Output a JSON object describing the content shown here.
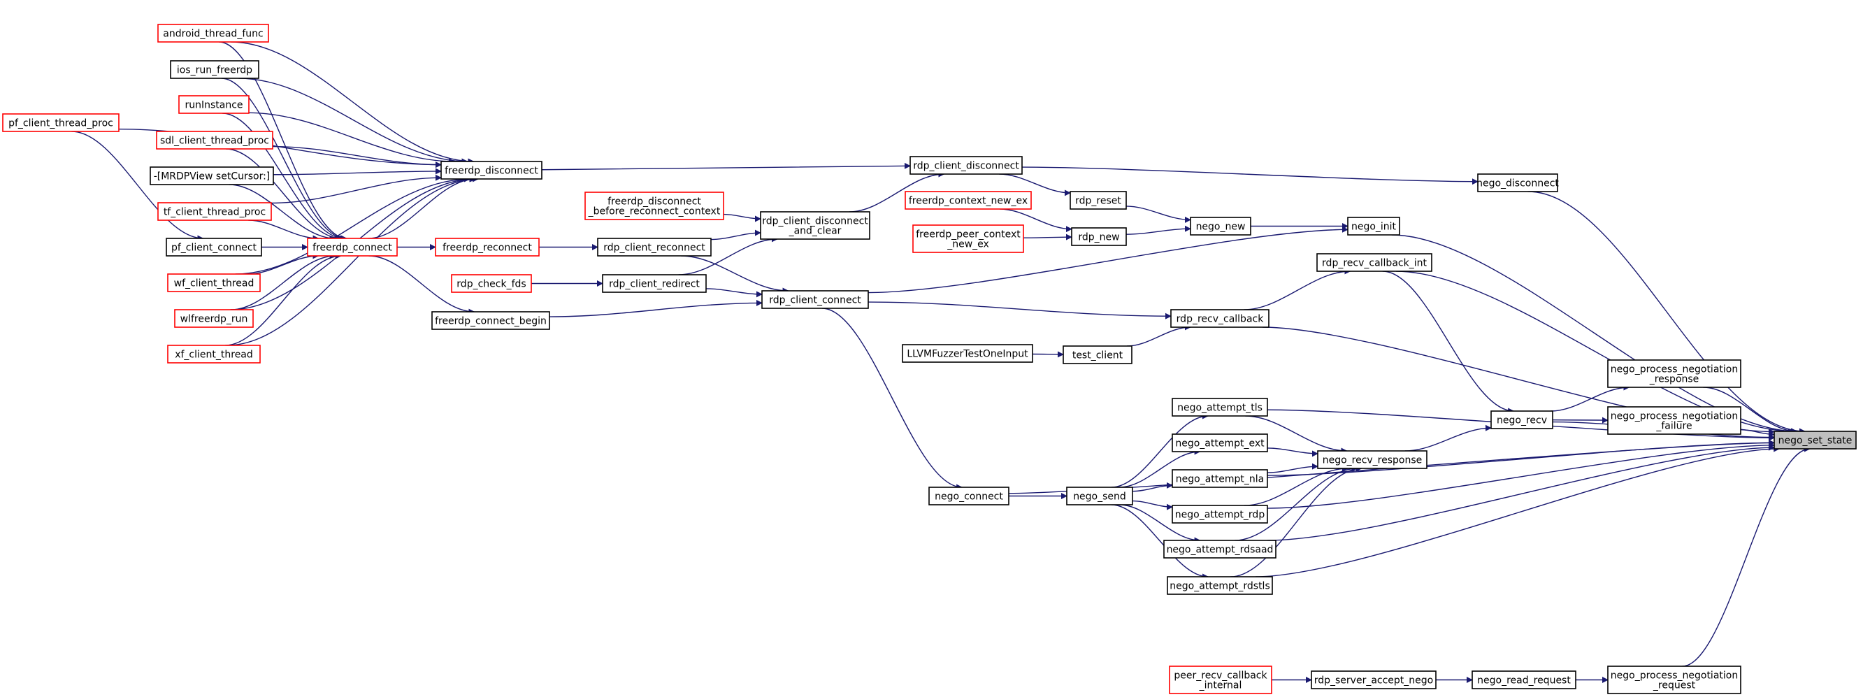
{
  "colors": {
    "edge": "#191970",
    "node_border_normal": "#000000",
    "node_border_red": "#ff0000",
    "target_fill": "#bfbfbf",
    "node_fill": "#ffffff"
  },
  "nodes": [
    {
      "id": "nego_set_state",
      "label": [
        "nego_set_state"
      ],
      "style": "target"
    },
    {
      "id": "android_thread_func",
      "label": [
        "android_thread_func"
      ],
      "style": "red"
    },
    {
      "id": "ios_run_freerdp",
      "label": [
        "ios_run_freerdp"
      ],
      "style": "normal"
    },
    {
      "id": "runInstance",
      "label": [
        "runInstance"
      ],
      "style": "red"
    },
    {
      "id": "sdl_client_thread_proc",
      "label": [
        "sdl_client_thread_proc"
      ],
      "style": "red"
    },
    {
      "id": "mrdpview",
      "label": [
        "-[MRDPView setCursor:]"
      ],
      "style": "normal"
    },
    {
      "id": "tf_client_thread_proc",
      "label": [
        "tf_client_thread_proc"
      ],
      "style": "red"
    },
    {
      "id": "pf_client_connect",
      "label": [
        "pf_client_connect"
      ],
      "style": "normal"
    },
    {
      "id": "wf_client_thread",
      "label": [
        "wf_client_thread"
      ],
      "style": "red"
    },
    {
      "id": "wlfreerdp_run",
      "label": [
        "wlfreerdp_run"
      ],
      "style": "red"
    },
    {
      "id": "xf_client_thread",
      "label": [
        "xf_client_thread"
      ],
      "style": "red"
    },
    {
      "id": "pf_client_thread_proc",
      "label": [
        "pf_client_thread_proc"
      ],
      "style": "red"
    },
    {
      "id": "freerdp_disconnect",
      "label": [
        "freerdp_disconnect"
      ],
      "style": "normal"
    },
    {
      "id": "freerdp_connect",
      "label": [
        "freerdp_connect"
      ],
      "style": "red"
    },
    {
      "id": "freerdp_reconnect",
      "label": [
        "freerdp_reconnect"
      ],
      "style": "red"
    },
    {
      "id": "freerdp_connect_begin",
      "label": [
        "freerdp_connect_begin"
      ],
      "style": "normal"
    },
    {
      "id": "rdp_check_fds",
      "label": [
        "rdp_check_fds"
      ],
      "style": "red"
    },
    {
      "id": "freerdp_disconnect_before",
      "label": [
        "freerdp_disconnect",
        "_before_reconnect_context"
      ],
      "style": "red"
    },
    {
      "id": "rdp_client_reconnect",
      "label": [
        "rdp_client_reconnect"
      ],
      "style": "normal"
    },
    {
      "id": "rdp_client_redirect",
      "label": [
        "rdp_client_redirect"
      ],
      "style": "normal"
    },
    {
      "id": "rdp_client_disconnect_and_clear",
      "label": [
        "rdp_client_disconnect",
        "_and_clear"
      ],
      "style": "normal"
    },
    {
      "id": "rdp_client_connect",
      "label": [
        "rdp_client_connect"
      ],
      "style": "normal"
    },
    {
      "id": "rdp_client_disconnect",
      "label": [
        "rdp_client_disconnect"
      ],
      "style": "normal"
    },
    {
      "id": "freerdp_context_new_ex",
      "label": [
        "freerdp_context_new_ex"
      ],
      "style": "red"
    },
    {
      "id": "freerdp_peer_context_new_ex",
      "label": [
        "freerdp_peer_context",
        "_new_ex"
      ],
      "style": "red"
    },
    {
      "id": "rdp_reset",
      "label": [
        "rdp_reset"
      ],
      "style": "normal"
    },
    {
      "id": "rdp_new",
      "label": [
        "rdp_new"
      ],
      "style": "normal"
    },
    {
      "id": "nego_new",
      "label": [
        "nego_new"
      ],
      "style": "normal"
    },
    {
      "id": "LLVMFuzzerTestOneInput",
      "label": [
        "LLVMFuzzerTestOneInput"
      ],
      "style": "normal"
    },
    {
      "id": "test_client",
      "label": [
        "test_client"
      ],
      "style": "normal"
    },
    {
      "id": "rdp_recv_callback",
      "label": [
        "rdp_recv_callback"
      ],
      "style": "normal"
    },
    {
      "id": "nego_connect",
      "label": [
        "nego_connect"
      ],
      "style": "normal"
    },
    {
      "id": "nego_send",
      "label": [
        "nego_send"
      ],
      "style": "normal"
    },
    {
      "id": "nego_attempt_tls",
      "label": [
        "nego_attempt_tls"
      ],
      "style": "normal"
    },
    {
      "id": "nego_attempt_ext",
      "label": [
        "nego_attempt_ext"
      ],
      "style": "normal"
    },
    {
      "id": "nego_attempt_nla",
      "label": [
        "nego_attempt_nla"
      ],
      "style": "normal"
    },
    {
      "id": "nego_attempt_rdp",
      "label": [
        "nego_attempt_rdp"
      ],
      "style": "normal"
    },
    {
      "id": "nego_attempt_rdsaad",
      "label": [
        "nego_attempt_rdsaad"
      ],
      "style": "normal"
    },
    {
      "id": "nego_attempt_rdstls",
      "label": [
        "nego_attempt_rdstls"
      ],
      "style": "normal"
    },
    {
      "id": "nego_recv_response",
      "label": [
        "nego_recv_response"
      ],
      "style": "normal"
    },
    {
      "id": "nego_disconnect",
      "label": [
        "nego_disconnect"
      ],
      "style": "normal"
    },
    {
      "id": "nego_init",
      "label": [
        "nego_init"
      ],
      "style": "normal"
    },
    {
      "id": "rdp_recv_callback_int",
      "label": [
        "rdp_recv_callback_int"
      ],
      "style": "normal"
    },
    {
      "id": "nego_recv",
      "label": [
        "nego_recv"
      ],
      "style": "normal"
    },
    {
      "id": "nego_process_negotiation_response",
      "label": [
        "nego_process_negotiation",
        "_response"
      ],
      "style": "normal"
    },
    {
      "id": "nego_process_negotiation_failure",
      "label": [
        "nego_process_negotiation",
        "_failure"
      ],
      "style": "normal"
    },
    {
      "id": "peer_recv_callback_internal",
      "label": [
        "peer_recv_callback",
        "_internal"
      ],
      "style": "red"
    },
    {
      "id": "rdp_server_accept_nego",
      "label": [
        "rdp_server_accept_nego"
      ],
      "style": "normal"
    },
    {
      "id": "nego_read_request",
      "label": [
        "nego_read_request"
      ],
      "style": "normal"
    },
    {
      "id": "nego_process_negotiation_request",
      "label": [
        "nego_process_negotiation",
        "_request"
      ],
      "style": "normal"
    }
  ],
  "edges": [
    [
      "android_thread_func",
      "freerdp_disconnect"
    ],
    [
      "ios_run_freerdp",
      "freerdp_disconnect"
    ],
    [
      "runInstance",
      "freerdp_disconnect"
    ],
    [
      "sdl_client_thread_proc",
      "freerdp_disconnect"
    ],
    [
      "mrdpview",
      "freerdp_disconnect"
    ],
    [
      "tf_client_thread_proc",
      "freerdp_disconnect"
    ],
    [
      "wf_client_thread",
      "freerdp_disconnect"
    ],
    [
      "wlfreerdp_run",
      "freerdp_disconnect"
    ],
    [
      "xf_client_thread",
      "freerdp_disconnect"
    ],
    [
      "pf_client_thread_proc",
      "freerdp_disconnect"
    ],
    [
      "freerdp_connect",
      "freerdp_disconnect"
    ],
    [
      "android_thread_func",
      "freerdp_connect"
    ],
    [
      "ios_run_freerdp",
      "freerdp_connect"
    ],
    [
      "runInstance",
      "freerdp_connect"
    ],
    [
      "sdl_client_thread_proc",
      "freerdp_connect"
    ],
    [
      "mrdpview",
      "freerdp_connect"
    ],
    [
      "tf_client_thread_proc",
      "freerdp_connect"
    ],
    [
      "pf_client_connect",
      "freerdp_connect"
    ],
    [
      "wf_client_thread",
      "freerdp_connect"
    ],
    [
      "wlfreerdp_run",
      "freerdp_connect"
    ],
    [
      "xf_client_thread",
      "freerdp_connect"
    ],
    [
      "pf_client_thread_proc",
      "pf_client_connect"
    ],
    [
      "freerdp_connect",
      "freerdp_reconnect"
    ],
    [
      "freerdp_connect",
      "freerdp_connect_begin"
    ],
    [
      "freerdp_reconnect",
      "rdp_client_reconnect"
    ],
    [
      "rdp_check_fds",
      "rdp_client_redirect"
    ],
    [
      "freerdp_disconnect_before",
      "rdp_client_disconnect_and_clear"
    ],
    [
      "rdp_client_reconnect",
      "rdp_client_disconnect_and_clear"
    ],
    [
      "rdp_client_redirect",
      "rdp_client_disconnect_and_clear"
    ],
    [
      "rdp_client_reconnect",
      "rdp_client_connect"
    ],
    [
      "rdp_client_redirect",
      "rdp_client_connect"
    ],
    [
      "freerdp_connect_begin",
      "rdp_client_connect"
    ],
    [
      "freerdp_disconnect",
      "rdp_client_disconnect"
    ],
    [
      "rdp_client_disconnect_and_clear",
      "rdp_client_disconnect"
    ],
    [
      "rdp_client_disconnect",
      "rdp_reset"
    ],
    [
      "freerdp_context_new_ex",
      "rdp_new"
    ],
    [
      "freerdp_peer_context_new_ex",
      "rdp_new"
    ],
    [
      "rdp_reset",
      "nego_new"
    ],
    [
      "rdp_new",
      "nego_new"
    ],
    [
      "LLVMFuzzerTestOneInput",
      "test_client"
    ],
    [
      "test_client",
      "rdp_recv_callback"
    ],
    [
      "rdp_client_connect",
      "rdp_recv_callback"
    ],
    [
      "rdp_client_connect",
      "nego_connect"
    ],
    [
      "rdp_client_connect",
      "nego_init"
    ],
    [
      "rdp_client_disconnect",
      "nego_disconnect"
    ],
    [
      "nego_new",
      "nego_init"
    ],
    [
      "rdp_recv_callback",
      "rdp_recv_callback_int"
    ],
    [
      "nego_connect",
      "nego_send"
    ],
    [
      "nego_send",
      "nego_attempt_tls"
    ],
    [
      "nego_send",
      "nego_attempt_ext"
    ],
    [
      "nego_send",
      "nego_attempt_nla"
    ],
    [
      "nego_send",
      "nego_attempt_rdp"
    ],
    [
      "nego_send",
      "nego_attempt_rdsaad"
    ],
    [
      "nego_send",
      "nego_attempt_rdstls"
    ],
    [
      "nego_attempt_tls",
      "nego_recv_response"
    ],
    [
      "nego_attempt_ext",
      "nego_recv_response"
    ],
    [
      "nego_attempt_nla",
      "nego_recv_response"
    ],
    [
      "nego_attempt_rdp",
      "nego_recv_response"
    ],
    [
      "nego_attempt_rdsaad",
      "nego_recv_response"
    ],
    [
      "nego_attempt_rdstls",
      "nego_recv_response"
    ],
    [
      "nego_recv_response",
      "nego_recv"
    ],
    [
      "rdp_recv_callback_int",
      "nego_recv"
    ],
    [
      "nego_recv",
      "nego_process_negotiation_response"
    ],
    [
      "nego_recv",
      "nego_process_negotiation_failure"
    ],
    [
      "peer_recv_callback_internal",
      "rdp_server_accept_nego"
    ],
    [
      "rdp_server_accept_nego",
      "nego_read_request"
    ],
    [
      "nego_read_request",
      "nego_process_negotiation_request"
    ],
    [
      "nego_disconnect",
      "nego_set_state"
    ],
    [
      "nego_init",
      "nego_set_state"
    ],
    [
      "rdp_recv_callback_int",
      "nego_set_state"
    ],
    [
      "rdp_recv_callback",
      "nego_set_state"
    ],
    [
      "nego_attempt_tls",
      "nego_set_state"
    ],
    [
      "nego_process_negotiation_response",
      "nego_set_state"
    ],
    [
      "nego_process_negotiation_failure",
      "nego_set_state"
    ],
    [
      "nego_recv",
      "nego_set_state"
    ],
    [
      "nego_attempt_nla",
      "nego_set_state"
    ],
    [
      "nego_attempt_rdp",
      "nego_set_state"
    ],
    [
      "nego_attempt_rdsaad",
      "nego_set_state"
    ],
    [
      "nego_attempt_rdstls",
      "nego_set_state"
    ],
    [
      "nego_connect",
      "nego_set_state"
    ],
    [
      "nego_process_negotiation_request",
      "nego_set_state"
    ]
  ]
}
